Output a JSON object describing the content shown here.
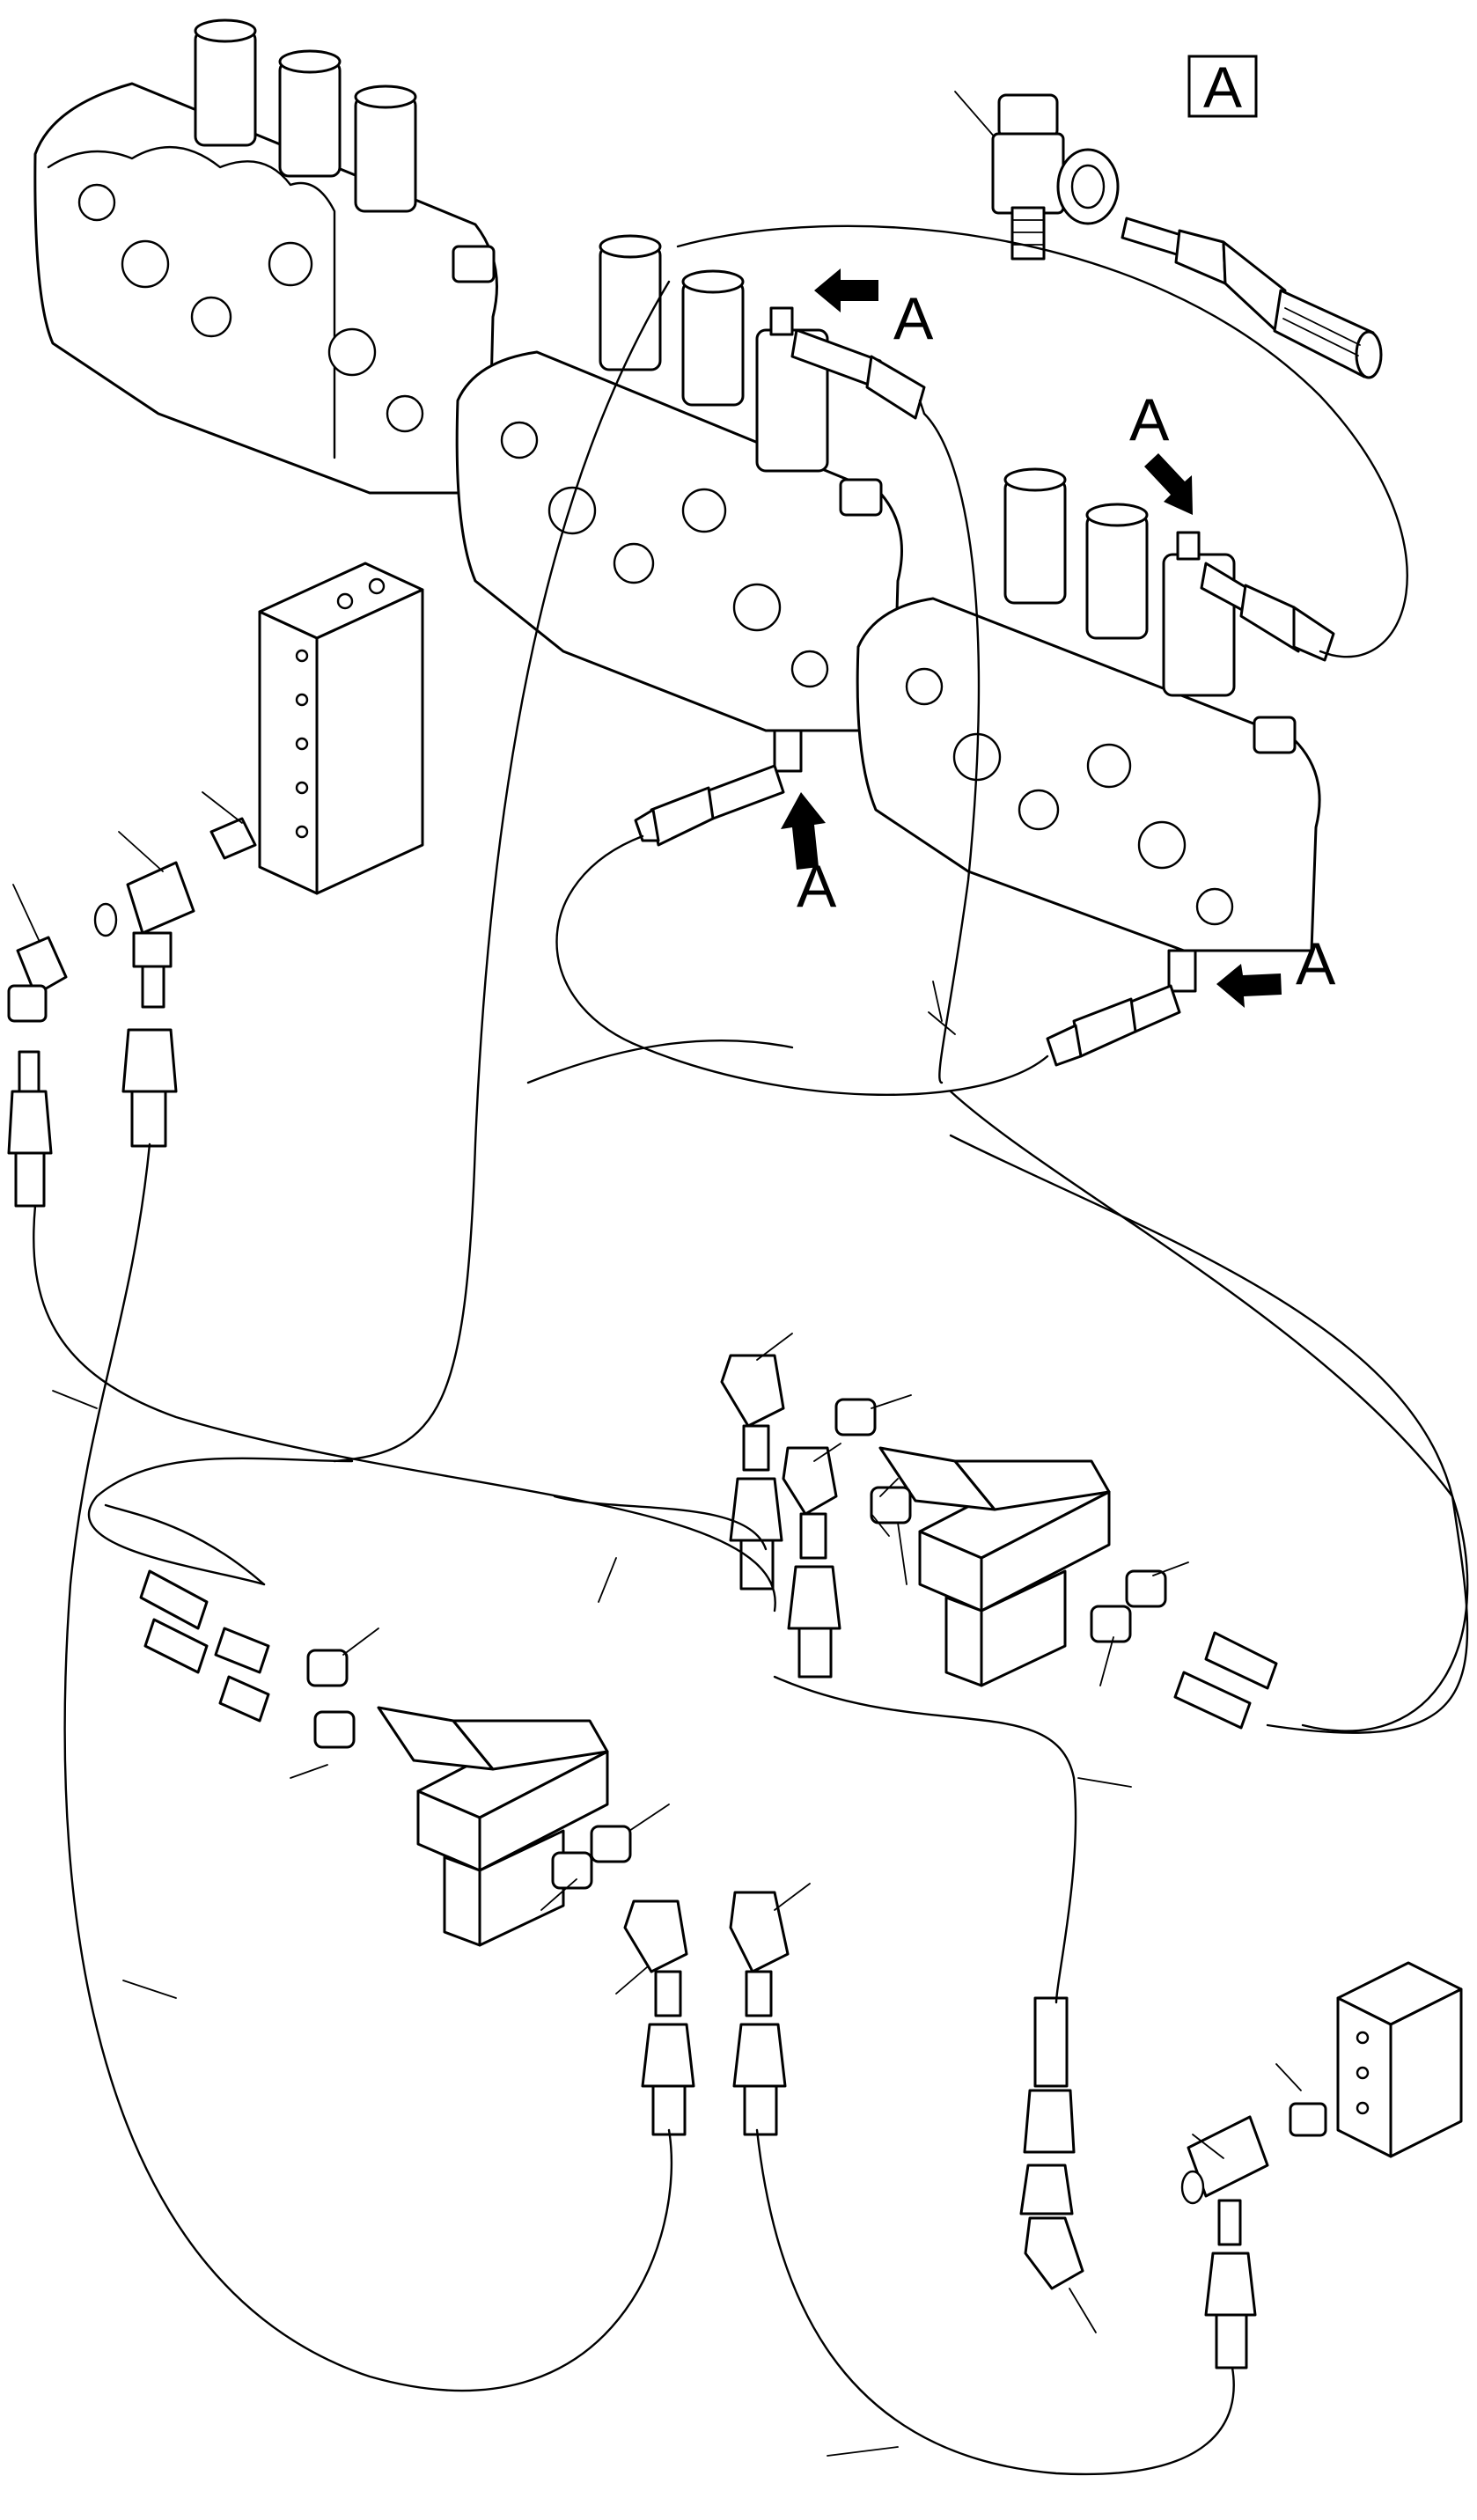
{
  "detail_view": {
    "frame_label": "A"
  },
  "callouts": [
    {
      "id": "arrow-valve2-top",
      "label": "A"
    },
    {
      "id": "arrow-valve3-top",
      "label": "A"
    },
    {
      "id": "arrow-valve2-bottom",
      "label": "A"
    },
    {
      "id": "arrow-valve3-bottom",
      "label": "A"
    }
  ]
}
